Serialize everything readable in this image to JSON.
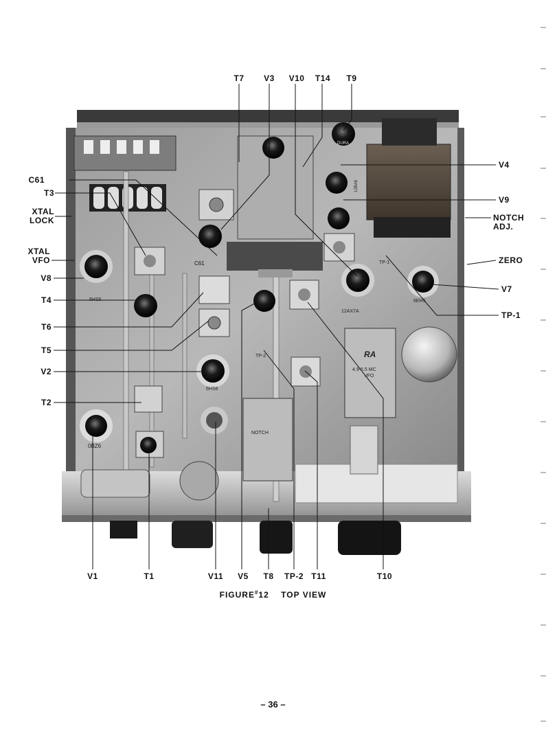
{
  "top_labels": [
    "T7",
    "V3",
    "V10",
    "T14",
    "T9"
  ],
  "left_labels": {
    "c61": "C61",
    "t3": "T3",
    "xtal_lock": [
      "XTAL",
      "LOCK"
    ],
    "xtal_vfo": [
      "XTAL",
      "VFO"
    ],
    "v8": "V8",
    "t4": "T4",
    "t6": "T6",
    "t5": "T5",
    "v2": "V2",
    "t2": "T2"
  },
  "right_labels": {
    "v4": "V4",
    "v9": "V9",
    "notch_adj": [
      "NOTCH",
      "ADJ."
    ],
    "zero": "ZERO",
    "v7": "V7",
    "tp1": "TP-1"
  },
  "bottom_labels": [
    "V1",
    "T1",
    "V11",
    "V5",
    "T8",
    "TP-2",
    "T11",
    "T10"
  ],
  "photo_markings": {
    "c61": "C61",
    "tube_6hs6_left": "6HS6",
    "tube_6hs6_mid": "6HS6",
    "tube_12ax7a": "12AX7A",
    "tube_6eh5": "6EH5",
    "tube_0b26": "0BZ6",
    "tp2": "TP-2",
    "tp1": "TP-1",
    "notch_can": "NOTCH",
    "vfo_brand": "RA",
    "vfo_freq": "4.9-5.5 MC",
    "vfo_word": "VFO",
    "tube_top": "DURA",
    "tube_12ba6": "12BA6"
  },
  "caption": {
    "prefix": "FIGURE",
    "symbol": "#",
    "number": "12",
    "title": "TOP VIEW"
  },
  "page_number": "– 36 –"
}
